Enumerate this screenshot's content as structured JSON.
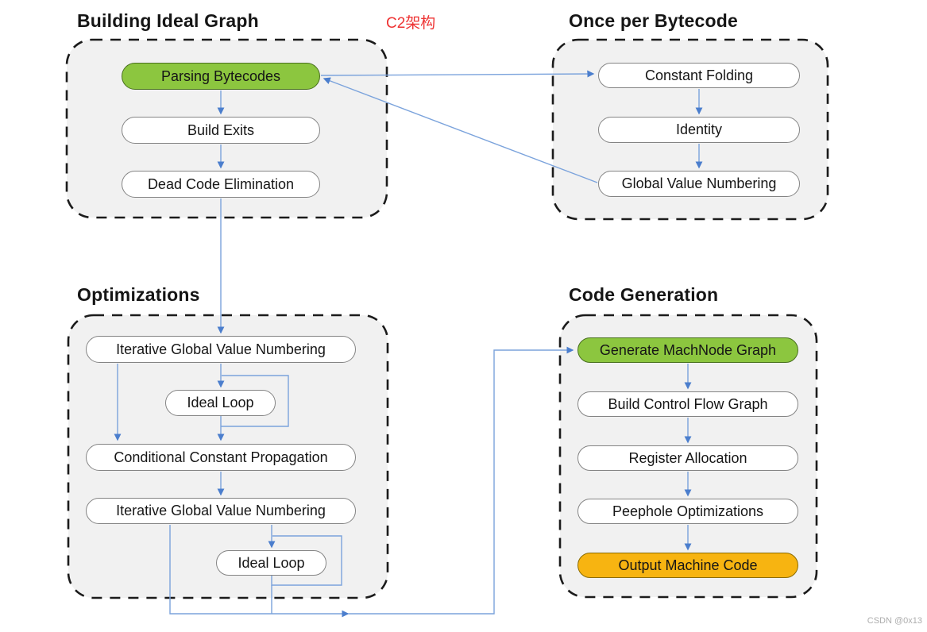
{
  "annotation": {
    "text": "C2架构",
    "color": "#ee3333"
  },
  "watermark": {
    "text": "CSDN @0x13",
    "color": "#adadad"
  },
  "colors": {
    "node_green": "#8cc63f",
    "node_orange": "#f7b411",
    "node_white": "#ffffff",
    "arrow_line_blue": "#7ba3dc",
    "arrowhead_blue": "#4b7ecd",
    "group_fill": "#f1f1f1",
    "group_border": "#1b1b1b",
    "title_black": "#151515"
  },
  "groups": [
    {
      "title": "Building Ideal Graph",
      "nodes": [
        {
          "id": "parsing-bytecodes",
          "label": "Parsing Bytecodes",
          "variant": "green"
        },
        {
          "id": "build-exits",
          "label": "Build Exits",
          "variant": "white"
        },
        {
          "id": "dead-code-elimination",
          "label": "Dead Code Elimination",
          "variant": "white"
        }
      ]
    },
    {
      "title": "Once per Bytecode",
      "nodes": [
        {
          "id": "constant-folding",
          "label": "Constant Folding",
          "variant": "white"
        },
        {
          "id": "identity",
          "label": "Identity",
          "variant": "white"
        },
        {
          "id": "global-value-numbering",
          "label": "Global Value Numbering",
          "variant": "white"
        }
      ]
    },
    {
      "title": "Optimizations",
      "nodes": [
        {
          "id": "iterative-gvn-1",
          "label": "Iterative Global Value Numbering",
          "variant": "white"
        },
        {
          "id": "ideal-loop-1",
          "label": "Ideal Loop",
          "variant": "white"
        },
        {
          "id": "conditional-constant-propagation",
          "label": "Conditional Constant Propagation",
          "variant": "white"
        },
        {
          "id": "iterative-gvn-2",
          "label": "Iterative Global Value Numbering",
          "variant": "white"
        },
        {
          "id": "ideal-loop-2",
          "label": "Ideal Loop",
          "variant": "white"
        }
      ]
    },
    {
      "title": "Code Generation",
      "nodes": [
        {
          "id": "generate-machnode-graph",
          "label": "Generate MachNode Graph",
          "variant": "green"
        },
        {
          "id": "build-control-flow-graph",
          "label": "Build Control Flow Graph",
          "variant": "white"
        },
        {
          "id": "register-allocation",
          "label": "Register Allocation",
          "variant": "white"
        },
        {
          "id": "peephole-optimizations",
          "label": "Peephole Optimizations",
          "variant": "white"
        },
        {
          "id": "output-machine-code",
          "label": "Output Machine Code",
          "variant": "orange"
        }
      ]
    }
  ],
  "edges": [
    {
      "from": "parsing-bytecodes",
      "to": "build-exits"
    },
    {
      "from": "build-exits",
      "to": "dead-code-elimination"
    },
    {
      "from": "dead-code-elimination",
      "to": "iterative-gvn-1"
    },
    {
      "from": "parsing-bytecodes",
      "to": "constant-folding"
    },
    {
      "from": "constant-folding",
      "to": "identity"
    },
    {
      "from": "identity",
      "to": "global-value-numbering"
    },
    {
      "from": "global-value-numbering",
      "to": "parsing-bytecodes"
    },
    {
      "from": "iterative-gvn-1",
      "to": "ideal-loop-1"
    },
    {
      "from": "ideal-loop-1",
      "to": "ideal-loop-1"
    },
    {
      "from": "iterative-gvn-1",
      "to": "conditional-constant-propagation"
    },
    {
      "from": "ideal-loop-1",
      "to": "conditional-constant-propagation"
    },
    {
      "from": "conditional-constant-propagation",
      "to": "iterative-gvn-2"
    },
    {
      "from": "iterative-gvn-2",
      "to": "ideal-loop-2"
    },
    {
      "from": "ideal-loop-2",
      "to": "ideal-loop-2"
    },
    {
      "from": "iterative-gvn-2",
      "to": "generate-machnode-graph"
    },
    {
      "from": "ideal-loop-2",
      "to": "generate-machnode-graph"
    },
    {
      "from": "generate-machnode-graph",
      "to": "build-control-flow-graph"
    },
    {
      "from": "build-control-flow-graph",
      "to": "register-allocation"
    },
    {
      "from": "register-allocation",
      "to": "peephole-optimizations"
    },
    {
      "from": "peephole-optimizations",
      "to": "output-machine-code"
    }
  ]
}
